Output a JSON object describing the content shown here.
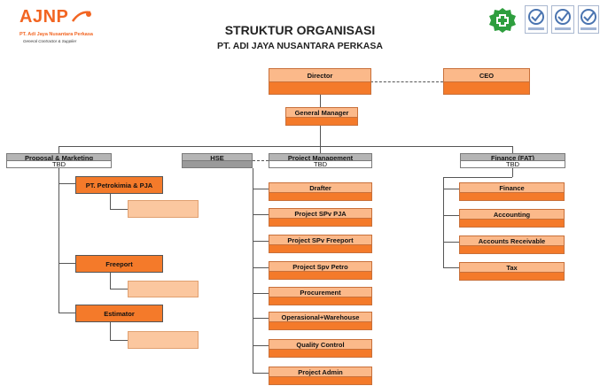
{
  "logo": {
    "name": "AJNP",
    "subtitle": "PT. Adi Jaya Nusantara Perkasa",
    "tagline": "General Contractor & Supplier"
  },
  "header": {
    "title": "STRUKTUR ORGANISASI",
    "subtitle": "PT. ADI JAYA NUSANTARA PERKASA"
  },
  "badges": {
    "k3_icon": "k3-safety-cross-icon",
    "cert_icons": [
      "iso-certification-icon",
      "iso-certification-icon",
      "iso-certification-icon"
    ]
  },
  "org": {
    "director": "Director",
    "ceo": "CEO",
    "general_manager": "General Manager",
    "proposal": {
      "label": "Proposal & Marketing",
      "sub": "TBD"
    },
    "hse": "HSE",
    "project_management": {
      "label": "Project Management",
      "sub": "TBD"
    },
    "finance": {
      "label": "Finance (FAT)",
      "sub": "TBD"
    },
    "proposal_children": [
      "PT. Petrokimia & PJA",
      "Freeport",
      "Estimator"
    ],
    "pm_children": [
      "Drafter",
      "Project SPv PJA",
      "Project SPv Freeport",
      "Project Spv Petro",
      "Procurement",
      "Operasional+Warehouse",
      "Quality Control",
      "Project Admin"
    ],
    "finance_children": [
      "Finance",
      "Accounting",
      "Accounts Receivable",
      "Tax"
    ]
  },
  "colors": {
    "orange": "#f47a2a",
    "peach": "#fbb98a",
    "gray": "#b5b5b5",
    "brand": "#f26522"
  }
}
